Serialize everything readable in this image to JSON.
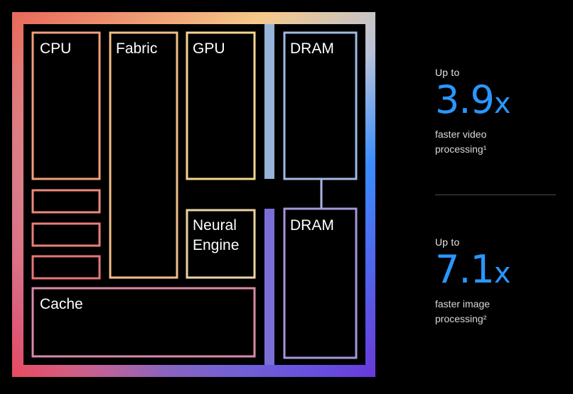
{
  "diagram": {
    "blocks": {
      "cpu": "CPU",
      "fabric": "Fabric",
      "gpu": "GPU",
      "dram_top": "DRAM",
      "neural_line1": "Neural",
      "neural_line2": "Engine",
      "dram_bottom": "DRAM",
      "cache": "Cache"
    },
    "colors": {
      "gradient": [
        "#e8685a",
        "#f0b070",
        "#f5d680",
        "#2f8cff",
        "#7b3bdc",
        "#e84a78"
      ]
    }
  },
  "stats": [
    {
      "prefix": "Up to",
      "value": "3.9",
      "unit": "x",
      "desc_line1": "faster video",
      "desc_line2": "processing¹"
    },
    {
      "prefix": "Up to",
      "value": "7.1",
      "unit": "x",
      "desc_line1": "faster image",
      "desc_line2": "processing²"
    }
  ],
  "accent_color": "#2997ff"
}
